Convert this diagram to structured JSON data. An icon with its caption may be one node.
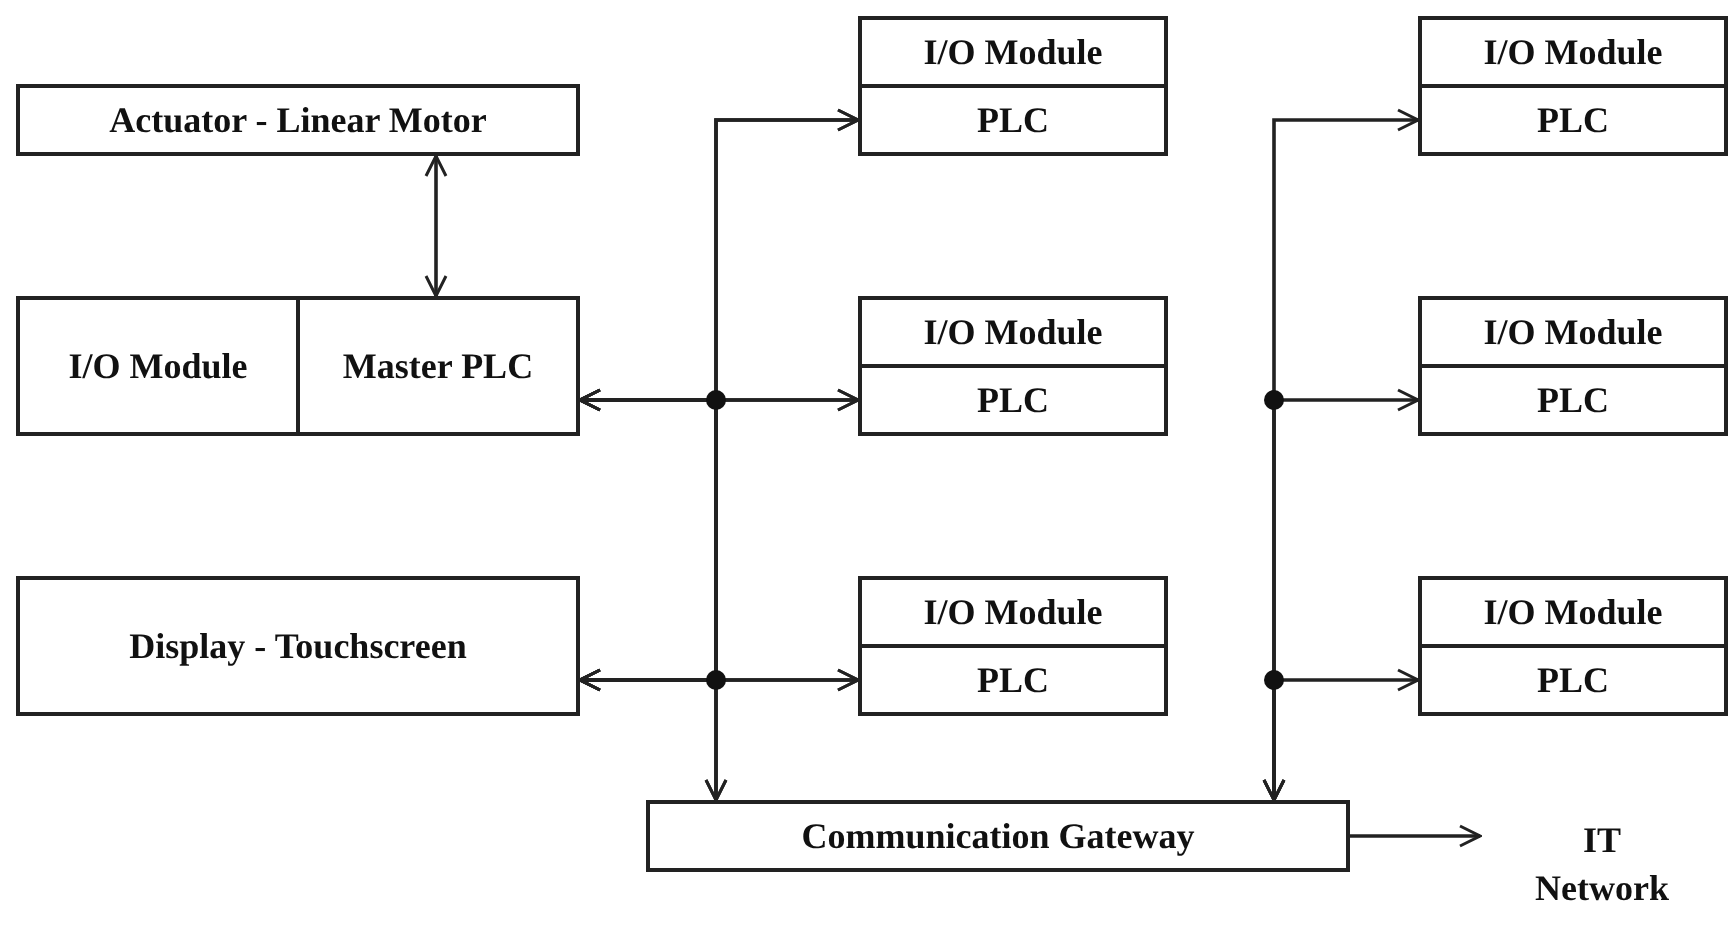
{
  "diagram": {
    "nodes": [
      {
        "text": [
          "Actuator - Linear Motor"
        ]
      },
      {
        "text": [
          "I/O Module",
          "Master PLC"
        ]
      },
      {
        "text": [
          "Display - Touchscreen"
        ]
      },
      {
        "text": [
          "I/O Module",
          "PLC"
        ]
      },
      {
        "text": [
          "I/O Module",
          "PLC"
        ]
      },
      {
        "text": [
          "I/O Module",
          "PLC"
        ]
      },
      {
        "text": [
          "I/O Module",
          "PLC"
        ]
      },
      {
        "text": [
          "I/O Module",
          "PLC"
        ]
      },
      {
        "text": [
          "I/O Module",
          "PLC"
        ]
      },
      {
        "text": [
          "Communication Gateway"
        ]
      },
      {
        "text": [
          "IT Network"
        ]
      }
    ],
    "edges": [
      {
        "from": 0,
        "to": 1,
        "arrow": "both"
      },
      {
        "from": 1,
        "to": 3,
        "arrow": "both"
      },
      {
        "from": 1,
        "to": 4,
        "arrow": "both"
      },
      {
        "from": 1,
        "to": 5,
        "arrow": "both"
      },
      {
        "from": 1,
        "to": 9,
        "arrow": "both"
      },
      {
        "from": 2,
        "to": 3,
        "arrow": "both"
      },
      {
        "from": 2,
        "to": 4,
        "arrow": "both"
      },
      {
        "from": 2,
        "to": 5,
        "arrow": "both"
      },
      {
        "from": 2,
        "to": 9,
        "arrow": "both"
      },
      {
        "from": 9,
        "to": 6,
        "arrow": "both"
      },
      {
        "from": 9,
        "to": 7,
        "arrow": "both"
      },
      {
        "from": 9,
        "to": 8,
        "arrow": "both"
      },
      {
        "from": 9,
        "to": 10,
        "arrow": "to"
      }
    ]
  }
}
